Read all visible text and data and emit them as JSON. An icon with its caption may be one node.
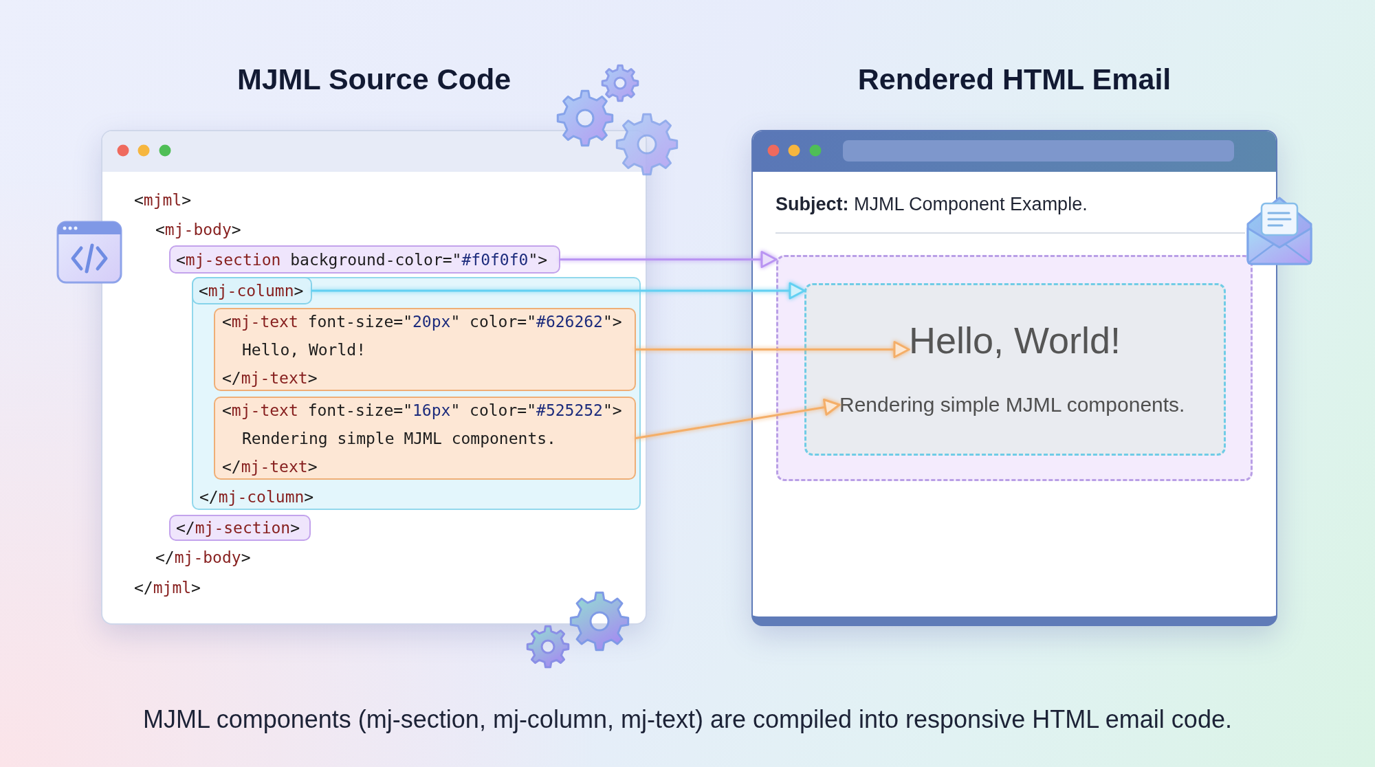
{
  "diagram": {
    "caption": "MJML components (mj-section, mj-column, mj-text) are compiled into responsive HTML email code.",
    "nodes": [
      {
        "text": [
          "MJML Source Code",
          "<mjml>",
          "<mj-body>",
          "</mj-body>",
          "</mjml>"
        ]
      },
      {
        "text": [
          "<mj-section background-color=\"#f0f0f0\">"
        ],
        "in": 0
      },
      {
        "text": [
          "</mj-column>"
        ],
        "in": 0
      },
      {
        "text": [
          "<mj-column>"
        ],
        "in": 2
      },
      {
        "text": [
          "<mj-text font-size=\"20px\" color=\"#626262\">",
          "Hello, World!",
          "</mj-text>"
        ],
        "in": 2
      },
      {
        "text": [
          "<mj-text font-size=\"16px\" color=\"#525252\">",
          "Rendering simple MJML components.",
          "</mj-text>"
        ],
        "in": 2
      },
      {
        "text": [
          "</mj-section>"
        ],
        "in": 0
      },
      {
        "text": [
          "Rendered HTML Email",
          "**Subject:** MJML Component Example."
        ]
      },
      {
        "text": [],
        "shape": "box",
        "in": 7
      },
      {
        "text": [],
        "shape": "box",
        "in": 8
      },
      {
        "text": [
          "Hello, World!"
        ],
        "in": 9
      },
      {
        "text": [
          "Rendering simple MJML components."
        ],
        "in": 9
      }
    ],
    "edges": [
      {
        "from": 1,
        "to": 8,
        "arrow": "to",
        "color": "#b994f2"
      },
      {
        "from": 3,
        "to": 9,
        "arrow": "to",
        "color": "#62d0f2"
      },
      {
        "from": 4,
        "to": 10,
        "arrow": "to",
        "color": "#f4ae68"
      },
      {
        "from": 5,
        "to": 11,
        "arrow": "to",
        "color": "#f4ae68"
      }
    ]
  }
}
